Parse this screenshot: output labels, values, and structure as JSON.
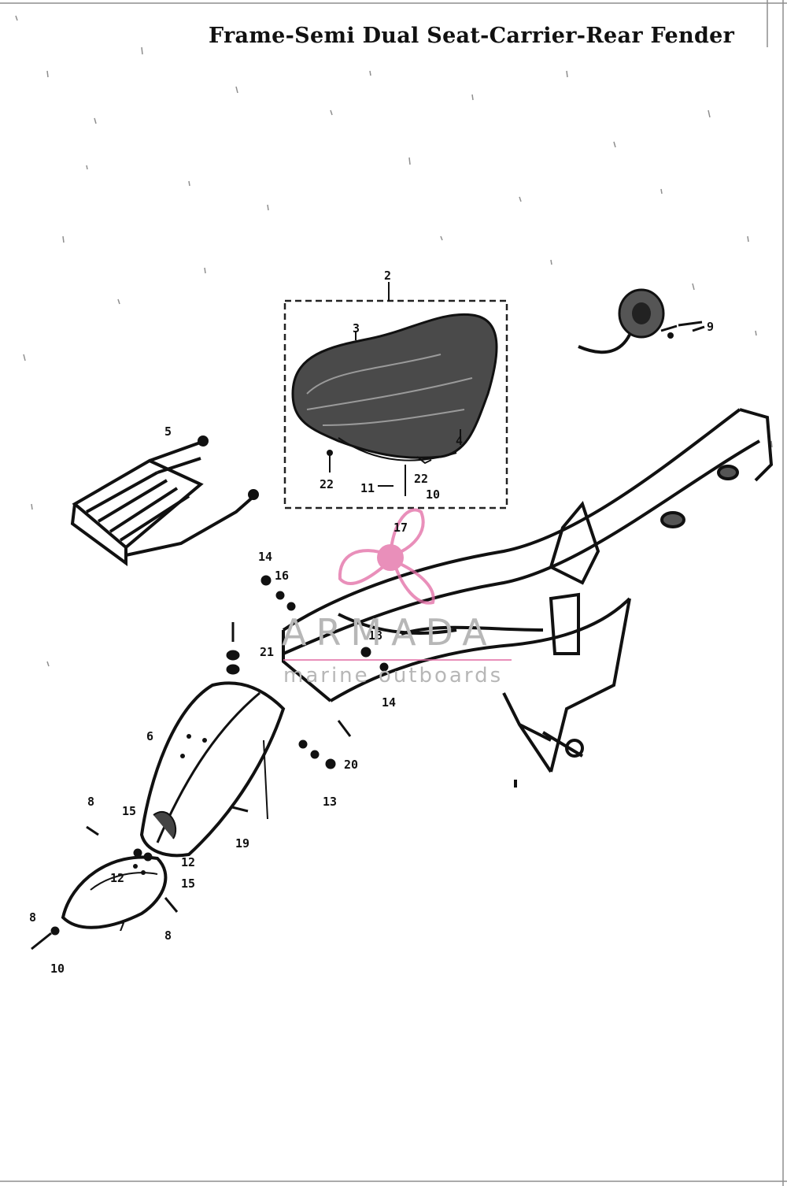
{
  "title": "Frame-Semi Dual Seat-Carrier-Rear Fender",
  "watermark": {
    "brand": "ARMADA",
    "tagline": "marine outboards",
    "logo_color": "#e26aa4"
  },
  "callouts": [
    {
      "id": "c2",
      "text": "2"
    },
    {
      "id": "c3",
      "text": "3"
    },
    {
      "id": "c4",
      "text": "4"
    },
    {
      "id": "c22a",
      "text": "22"
    },
    {
      "id": "c11",
      "text": "11"
    },
    {
      "id": "c22b",
      "text": "22"
    },
    {
      "id": "c10a",
      "text": "10"
    },
    {
      "id": "c17",
      "text": "17"
    },
    {
      "id": "c9",
      "text": "9"
    },
    {
      "id": "c5",
      "text": "5"
    },
    {
      "id": "c14a",
      "text": "14"
    },
    {
      "id": "c16",
      "text": "16"
    },
    {
      "id": "c18",
      "text": "18"
    },
    {
      "id": "c14b",
      "text": "14"
    },
    {
      "id": "c21",
      "text": "21"
    },
    {
      "id": "c6",
      "text": "6"
    },
    {
      "id": "c20",
      "text": "20"
    },
    {
      "id": "c13",
      "text": "13"
    },
    {
      "id": "c19",
      "text": "19"
    },
    {
      "id": "c15a",
      "text": "15"
    },
    {
      "id": "c8a",
      "text": "8"
    },
    {
      "id": "c12a",
      "text": "12"
    },
    {
      "id": "c12b",
      "text": "12"
    },
    {
      "id": "c15b",
      "text": "15"
    },
    {
      "id": "c7",
      "text": "7"
    },
    {
      "id": "c8b",
      "text": "8"
    },
    {
      "id": "c8c",
      "text": "8"
    },
    {
      "id": "c10b",
      "text": "10"
    }
  ]
}
